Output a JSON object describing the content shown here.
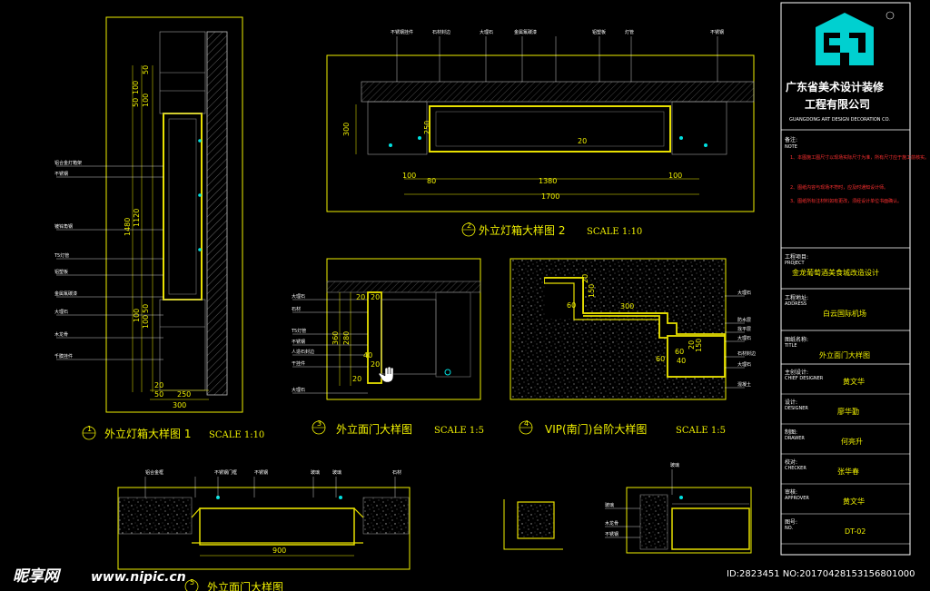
{
  "colors": {
    "background": "#000000",
    "frame": "#f0f000",
    "wall_hatch": "#b0b0b0",
    "lightbox": "#e8e000",
    "cyan_accent": "#00e0e0",
    "titleblock": "#ffffff",
    "logo": "#00d0d0"
  },
  "drawings": {
    "d1": {
      "title": "外立灯箱大样图 1",
      "scale": "SCALE 1:10",
      "num": "1",
      "dims": [
        "50",
        "100",
        "50",
        "100",
        "1480",
        "1120",
        "100",
        "50",
        "100",
        "20",
        "50",
        "250",
        "300"
      ],
      "labels": [
        "铝合金灯箱架",
        "不锈钢",
        "镀锌角钢",
        "T5灯管",
        "铝塑板",
        "金属氟碳漆",
        "大理石",
        "木龙骨",
        "千膜挂件"
      ]
    },
    "d2": {
      "title": "外立灯箱大样图 2",
      "scale": "SCALE 1:10",
      "num": "2",
      "dims": [
        "300",
        "250",
        "20",
        "100",
        "80",
        "1380",
        "100",
        "1700"
      ],
      "labels": [
        "不锈钢挂件",
        "石材封边",
        "大理石",
        "金属氟碳漆",
        "铝塑板",
        "灯管",
        "不锈钢"
      ]
    },
    "d3": {
      "title": "外立面门大样图",
      "scale": "SCALE 1:5",
      "num": "3",
      "dims": [
        "360",
        "280",
        "40",
        "20",
        "20",
        "20",
        "20"
      ],
      "labels": [
        "大理石",
        "石材",
        "T5灯管",
        "不锈钢",
        "人造石封边",
        "干挂件",
        "大理石"
      ]
    },
    "d4": {
      "title": "VIP(南门)台阶大样图",
      "scale": "SCALE 1:5",
      "num": "4",
      "dims": [
        "60",
        "150",
        "20",
        "300",
        "60",
        "150",
        "20",
        "60",
        "40"
      ],
      "labels": [
        "大理石",
        "防水层",
        "找平层",
        "大理石",
        "石材封边",
        "大理石",
        "混凝土"
      ]
    },
    "d5": {
      "title": "外立面门大样图",
      "num": "5",
      "dims": [
        "900"
      ],
      "labels": [
        "铝合金框",
        "不锈钢门框",
        "不锈钢",
        "玻璃",
        "玻璃",
        "石材"
      ]
    },
    "d6": {
      "labels": [
        "玻璃",
        "玻璃",
        "木龙骨",
        "不锈钢"
      ]
    }
  },
  "titleblock": {
    "company_cn_1": "广东省美术设计装修",
    "company_cn_2": "工程有限公司",
    "company_en": "GUANGDONG ART DESIGN DECORATION CO.",
    "notes_label": "备注:",
    "notes_en": "NOTE",
    "notes": [
      "1、本图施工图尺寸以现场实际尺寸为准，所有尺寸应于施工前核实。",
      "2、图纸内容与现场不符时，应及时通知设计师。",
      "3、图纸所标注材料如有更改，须经设计单位书面确认。"
    ],
    "project_label": "工程项目:",
    "project_en": "PROJECT",
    "project": "金龙葡萄酒美食城改造设计",
    "address_label": "工程地址:",
    "address_en": "ADDRESS",
    "address": "白云国际机场",
    "drawing_label": "图纸名称:",
    "drawing_en": "TITLE",
    "drawing": "外立面门大样图",
    "rows": [
      {
        "label": "主创设计:",
        "en": "CHIEF DESIGNER",
        "value": "黄文华"
      },
      {
        "label": "设计:",
        "en": "DESIGNER",
        "value": "廖华勤"
      },
      {
        "label": "制图:",
        "en": "DRAWER",
        "value": "何亮升"
      },
      {
        "label": "校对:",
        "en": "CHECKER",
        "value": "张华春"
      },
      {
        "label": "审核:",
        "en": "APPROVER",
        "value": "黄文华"
      },
      {
        "label": "图号:",
        "en": "NO.",
        "value": "DT-02"
      }
    ]
  },
  "watermark": {
    "logo": "昵享网",
    "url": "www.nipic.cn",
    "id": "ID:2823451 NO:20170428153156801000"
  }
}
